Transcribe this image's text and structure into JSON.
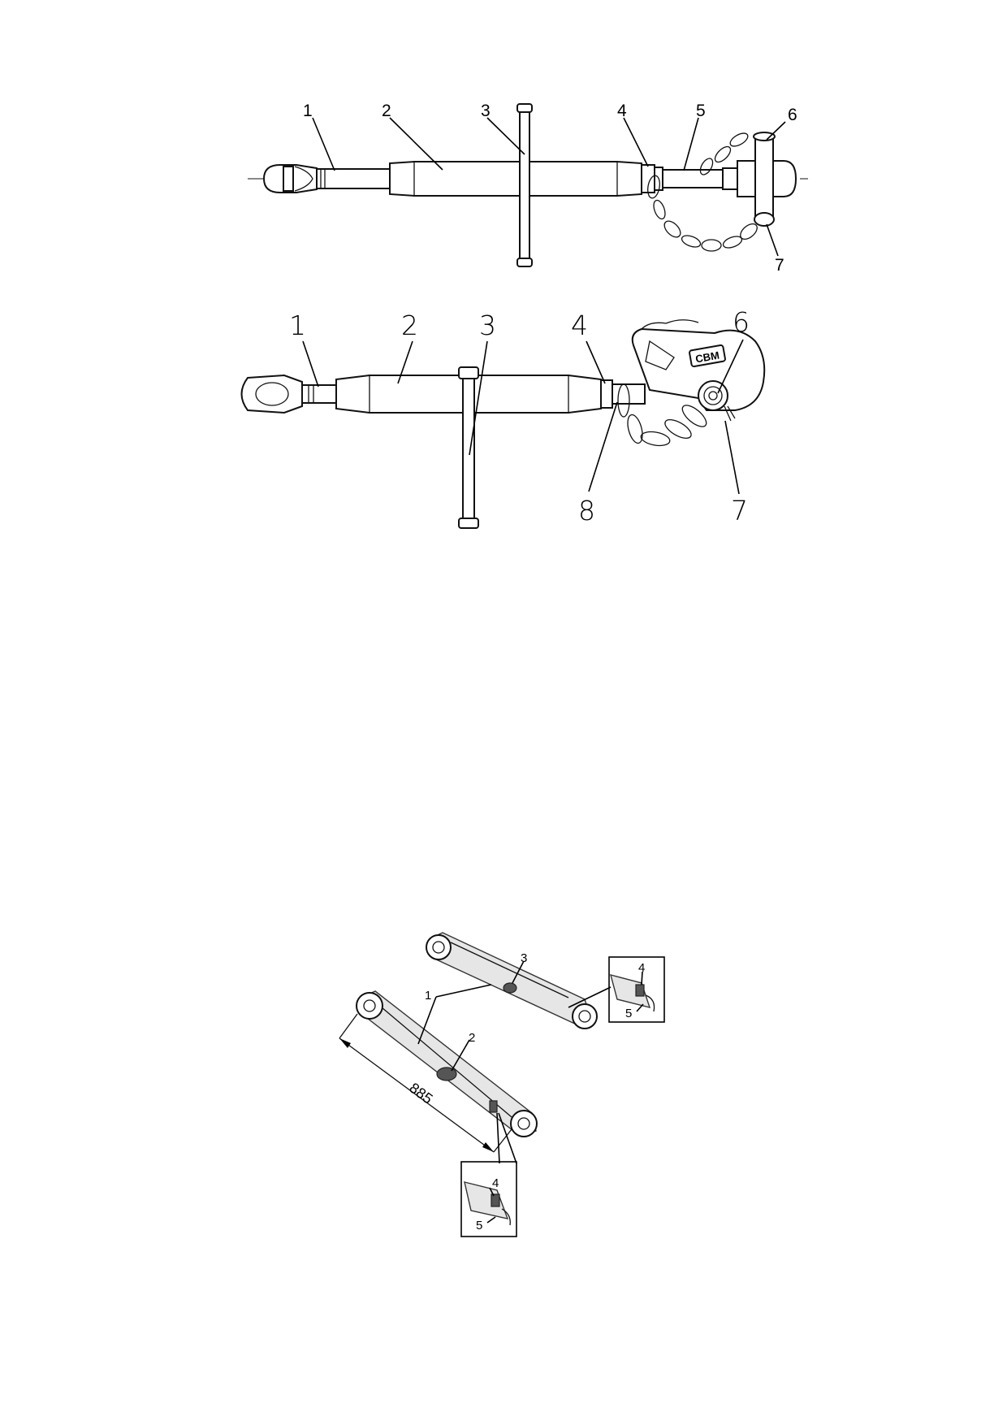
{
  "figure1": {
    "labels": [
      "1",
      "2",
      "3",
      "4",
      "5",
      "6",
      "7"
    ]
  },
  "figure2": {
    "labels": [
      "1",
      "2",
      "3",
      "4",
      "6",
      "8",
      "7"
    ],
    "brand": "CBM"
  },
  "figure3": {
    "labels": [
      "1",
      "2",
      "3",
      "4",
      "5",
      "4",
      "5"
    ],
    "dimension": "885"
  },
  "icons": {
    "top_link_chain": "top-link-with-chain",
    "top_link_hook": "top-link-with-quick-hitch",
    "lower_links": "lower-link-arms"
  }
}
